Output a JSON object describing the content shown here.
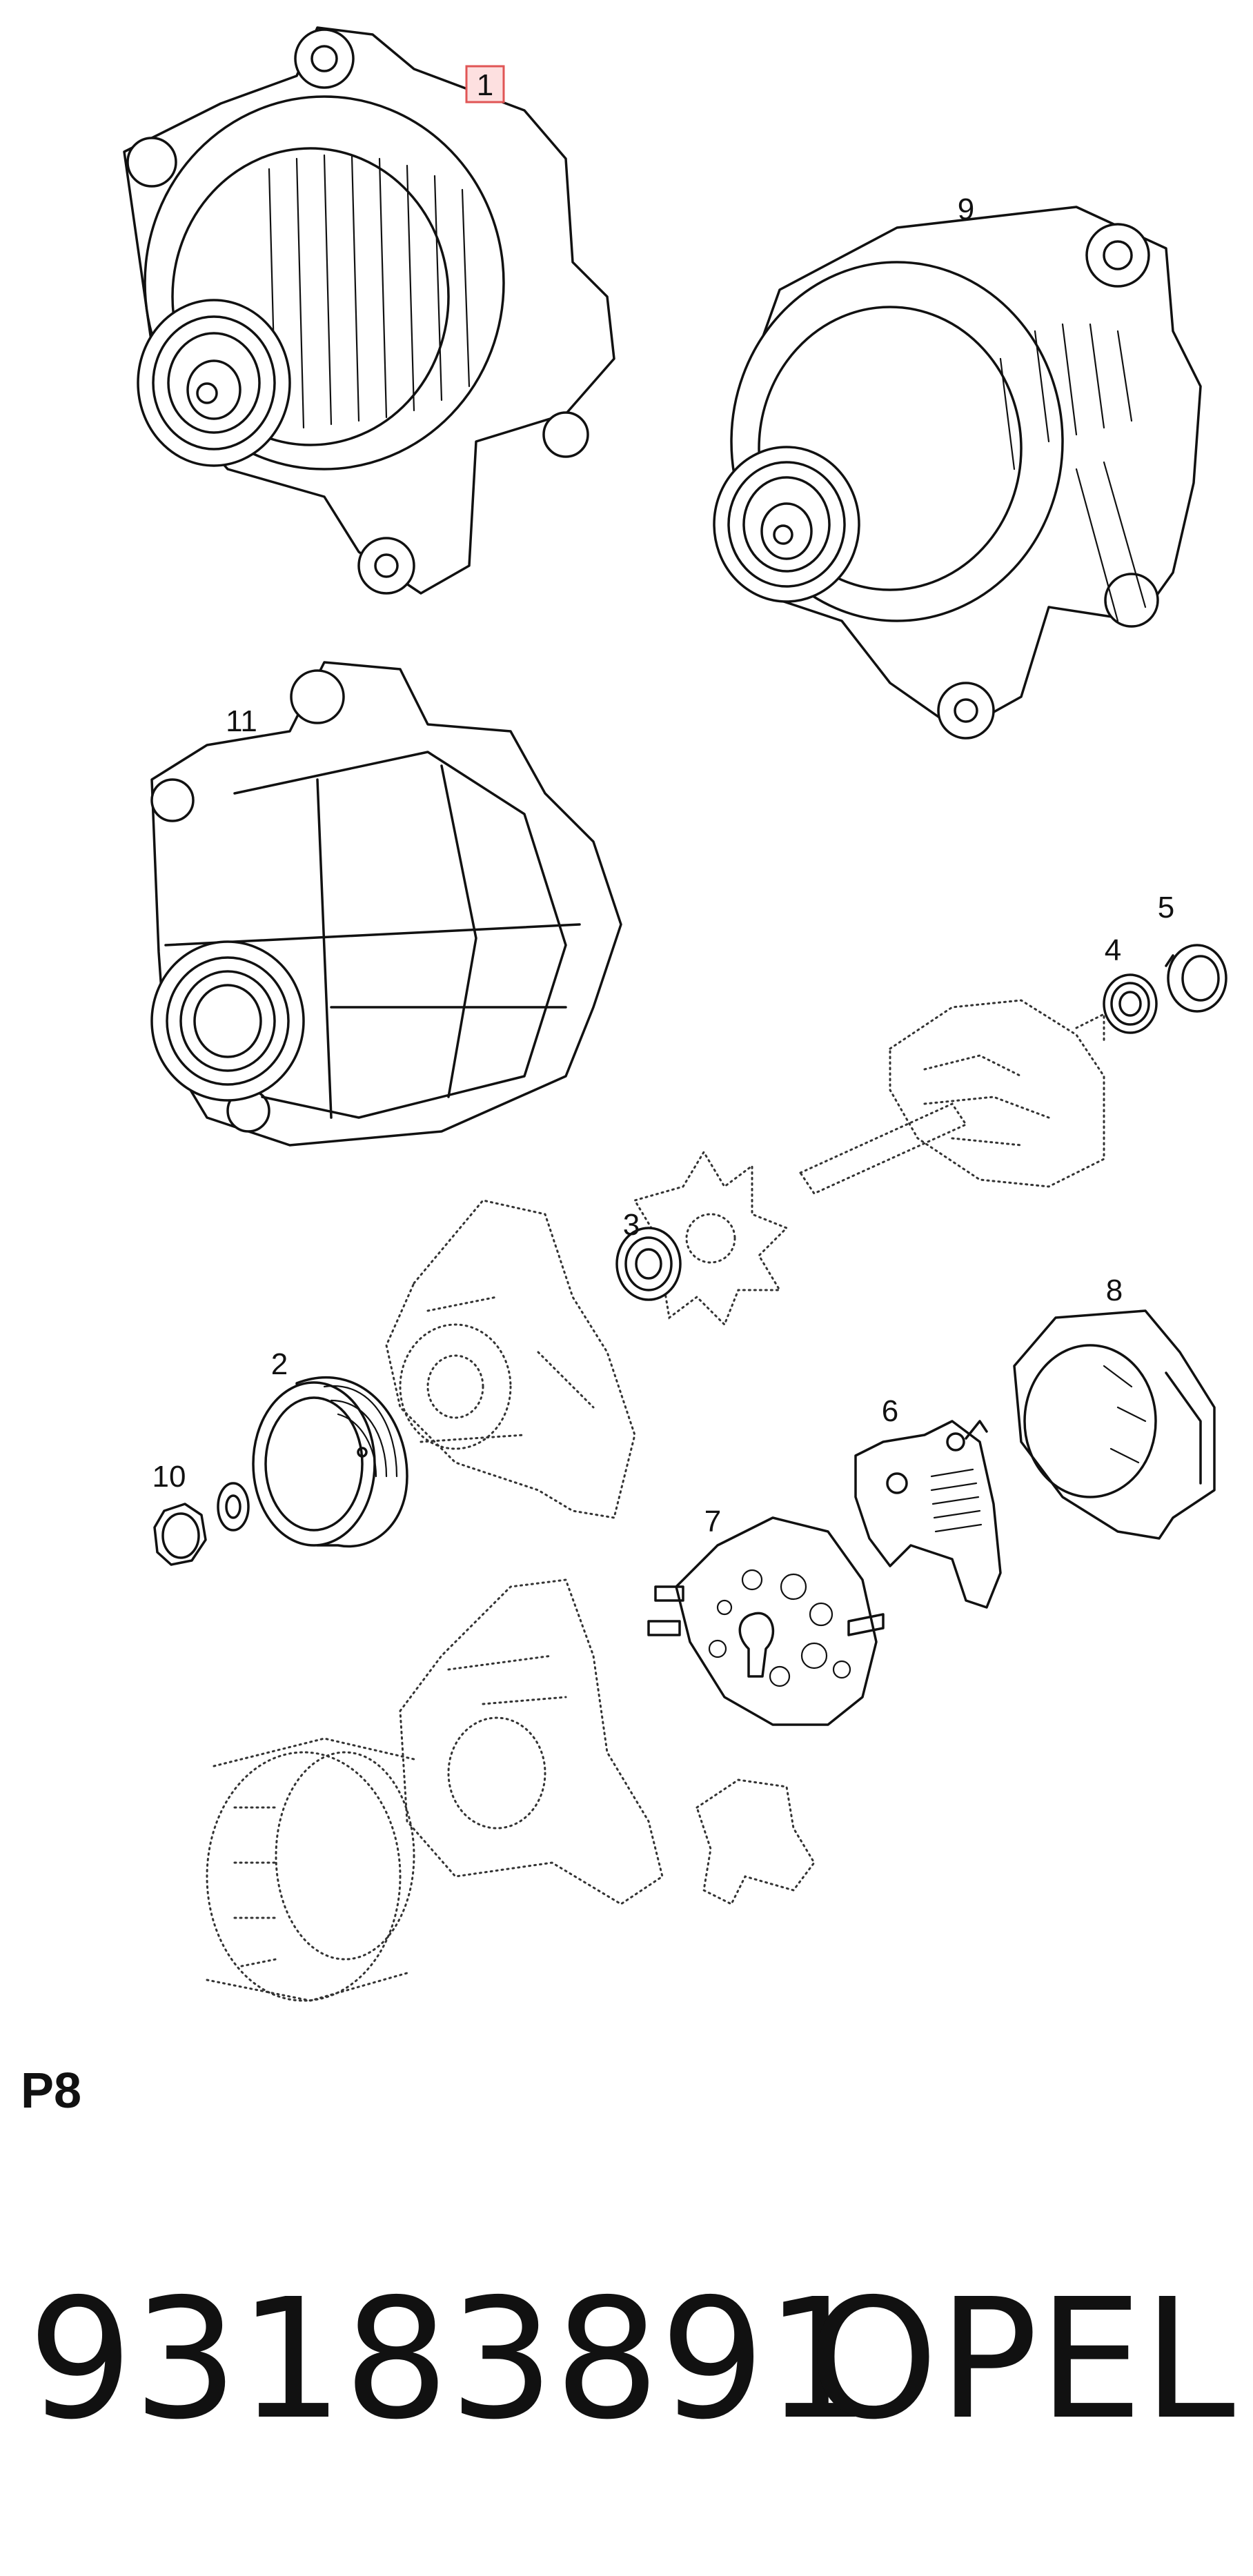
{
  "diagram": {
    "callouts": {
      "c1": "1",
      "c2": "2",
      "c3": "3",
      "c4": "4",
      "c5": "5",
      "c6": "6",
      "c7": "7",
      "c8": "8",
      "c9": "9",
      "c10": "10",
      "c11": "11"
    },
    "highlight_color": "#e05555"
  },
  "section_label": "P8",
  "footer": {
    "part_number": "93183891",
    "brand": "OPEL"
  }
}
